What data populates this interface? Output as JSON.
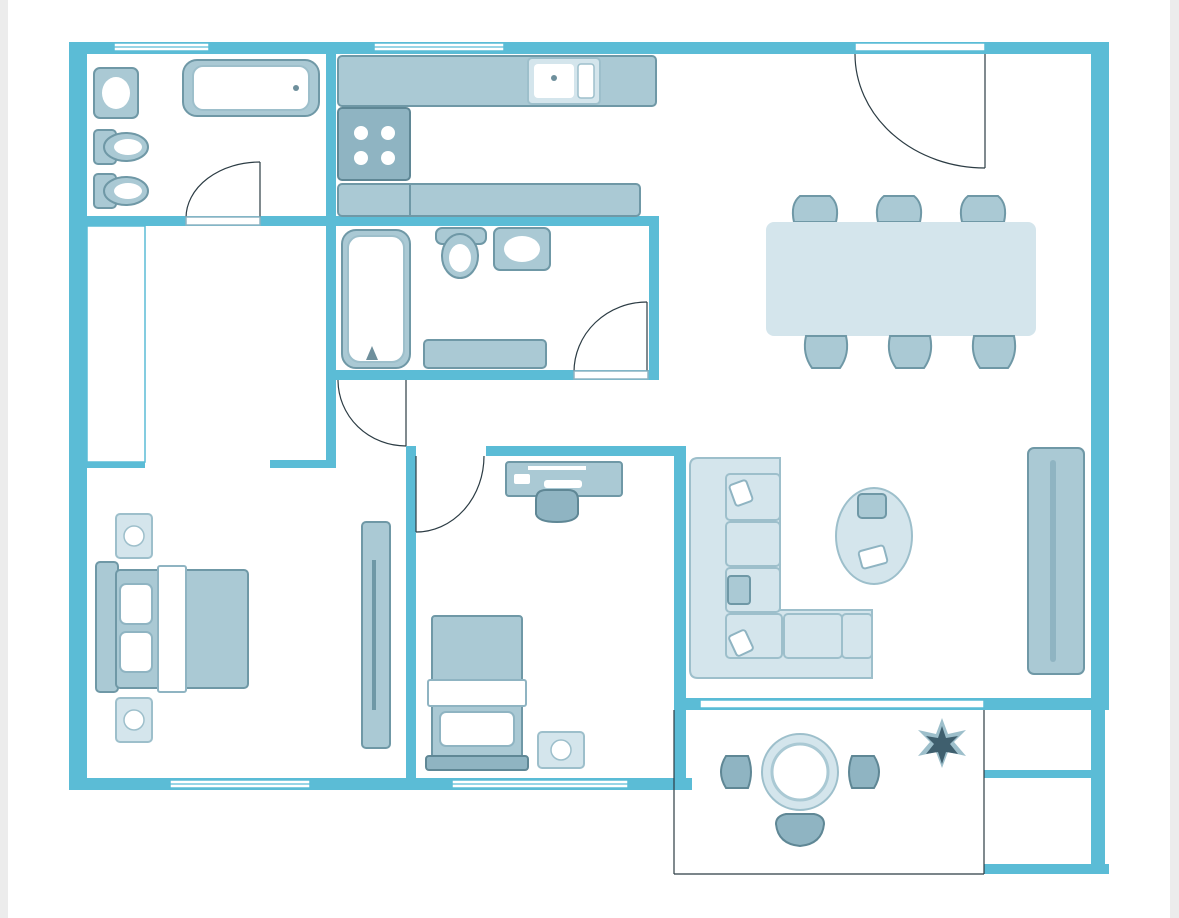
{
  "plan": {
    "wall_color": "#5bbcd6",
    "furniture_color": "#aac9d4",
    "furniture_light": "#d4e5ec",
    "background": "#ffffff"
  },
  "rooms": [
    {
      "name": "bathroom-top-left",
      "fixtures": [
        "bathtub",
        "sink",
        "toilet",
        "bidet"
      ]
    },
    {
      "name": "kitchen",
      "fixtures": [
        "countertop",
        "sink",
        "stove",
        "countertop"
      ]
    },
    {
      "name": "bathroom-center",
      "fixtures": [
        "bathtub",
        "toilet",
        "sink",
        "bath-mat"
      ]
    },
    {
      "name": "living-dining",
      "fixtures": [
        "dining-table",
        "chairs",
        "sofa",
        "coffee-table",
        "tv-unit"
      ]
    },
    {
      "name": "bedroom-left",
      "fixtures": [
        "double-bed",
        "nightstand",
        "nightstand",
        "wardrobe"
      ]
    },
    {
      "name": "bedroom-small",
      "fixtures": [
        "single-bed",
        "desk",
        "chair",
        "nightstand"
      ]
    },
    {
      "name": "balcony",
      "fixtures": [
        "round-table",
        "chairs",
        "plant"
      ]
    }
  ]
}
